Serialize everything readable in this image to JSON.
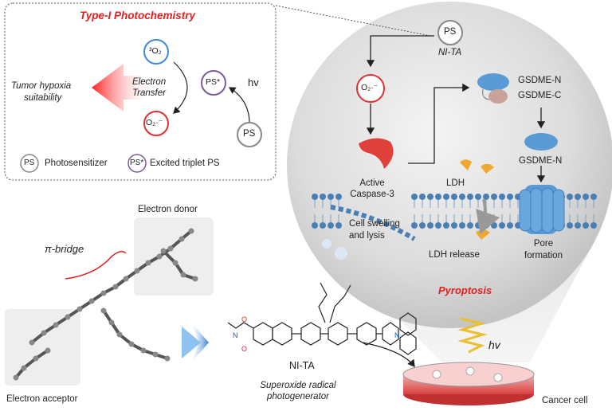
{
  "photochem": {
    "title": "Type-I Photochemistry",
    "o2_triplet": "³O₂",
    "superoxide": "O₂·⁻",
    "electron_transfer_line1": "Electron",
    "electron_transfer_line2": "Transfer",
    "ps_excited": "PS*",
    "ps_ground": "PS",
    "hv": "hv",
    "hypoxia_line1": "Tumor hypoxia",
    "hypoxia_line2": "suitability",
    "legend_ps_icon": "PS",
    "legend_photosensitizer": "Photosensitizer",
    "legend_excited_icon": "PS*",
    "legend_excited": "Excited triplet PS"
  },
  "pathway": {
    "ps_label": "PS",
    "ni_ta_label": "NI-TA",
    "superoxide": "O₂·⁻",
    "gsdme_n": "GSDME-N",
    "gsdme_c": "GSDME-C",
    "gsdme_n2": "GSDME-N",
    "active_caspase_line1": "Active",
    "active_caspase_line2": "Caspase-3",
    "ldh": "LDH",
    "cell_swelling_line1": "Cell swelling",
    "cell_swelling_line2": "and lysis",
    "ldh_release": "LDH release",
    "pore_line1": "Pore",
    "pore_line2": "formation",
    "pyroptosis": "Pyroptosis",
    "hv": "hv",
    "cancer_cell": "Cancer cell"
  },
  "molecule": {
    "electron_donor": "Electron donor",
    "pi_bridge": "π-bridge",
    "electron_acceptor": "Electron acceptor",
    "ni_ta_name": "NI-TA",
    "subtitle_line1": "Superoxide radical",
    "subtitle_line2": "photogenerator"
  },
  "colors": {
    "red_accent": "#e02020",
    "blue_protein": "#5b9bd5",
    "pink_protein": "#c9a39a",
    "orange_ldh": "#f0a830",
    "sphere_gray": "#d9d9d9",
    "membrane_blue": "#4a7fb5"
  }
}
